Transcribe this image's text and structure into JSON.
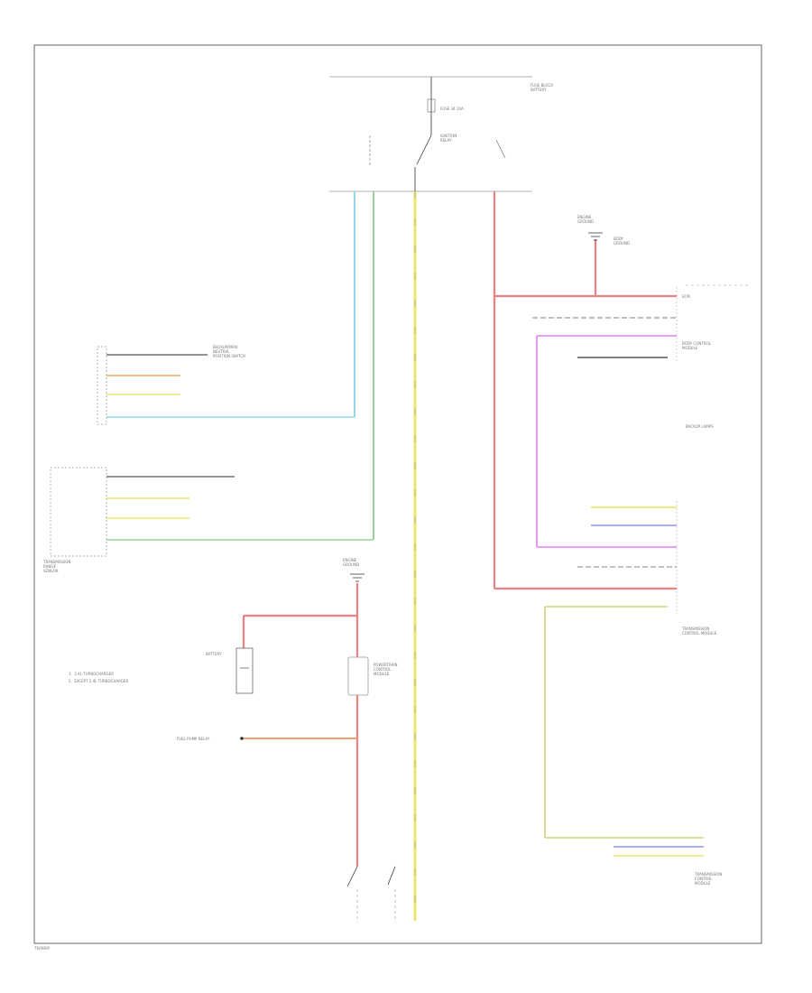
{
  "diagram": {
    "colors": {
      "frame": "#666666",
      "hot_feed": "#f08080",
      "yellow": "#e8e870",
      "green": "#9ad49a",
      "cyan": "#8ed8e8",
      "violet": "#e080f0",
      "blue": "#9090e8",
      "orange": "#f0a070",
      "olive": "#d0d080",
      "dark": "#333333"
    },
    "legend": [
      "1.  2.4L TURBOCHARGER",
      "2.  EXCEPT 2.4L TURBOCHARGER"
    ],
    "corner_tag": "TRANSM",
    "components": {
      "fuse_top": "FUSE 34 10A",
      "ignition_relay": "IGNITION\nRELAY",
      "fuse_block": "FUSE BLOCK\nBATTERY",
      "ground_top": "ENGINE\nGROUND",
      "module_left_upper": "BACKUP/PARK\nNEUTRAL\nPOSITION SWITCH",
      "module_left_lower": "TRANSMISSION\nRANGE\nSENSOR",
      "battery": "BATTERY",
      "ground_mid": "ENGINE\nGROUND",
      "pcm_box": "POWERTRAIN\nCONTROL\nMODULE",
      "fuel_pump": "FUEL PUMP RELAY",
      "ground_right": "BODY\nGROUND",
      "ecm_right": "ECM",
      "bcm_right": "BODY CONTROL\nMODULE",
      "lamp_right": "BACKUP LAMPS",
      "tcm_right": "TRANSMISSION\nCONTROL MODULE",
      "module_bottom_right": "TRANSMISSION\nCONTROL\nMODULE"
    }
  }
}
